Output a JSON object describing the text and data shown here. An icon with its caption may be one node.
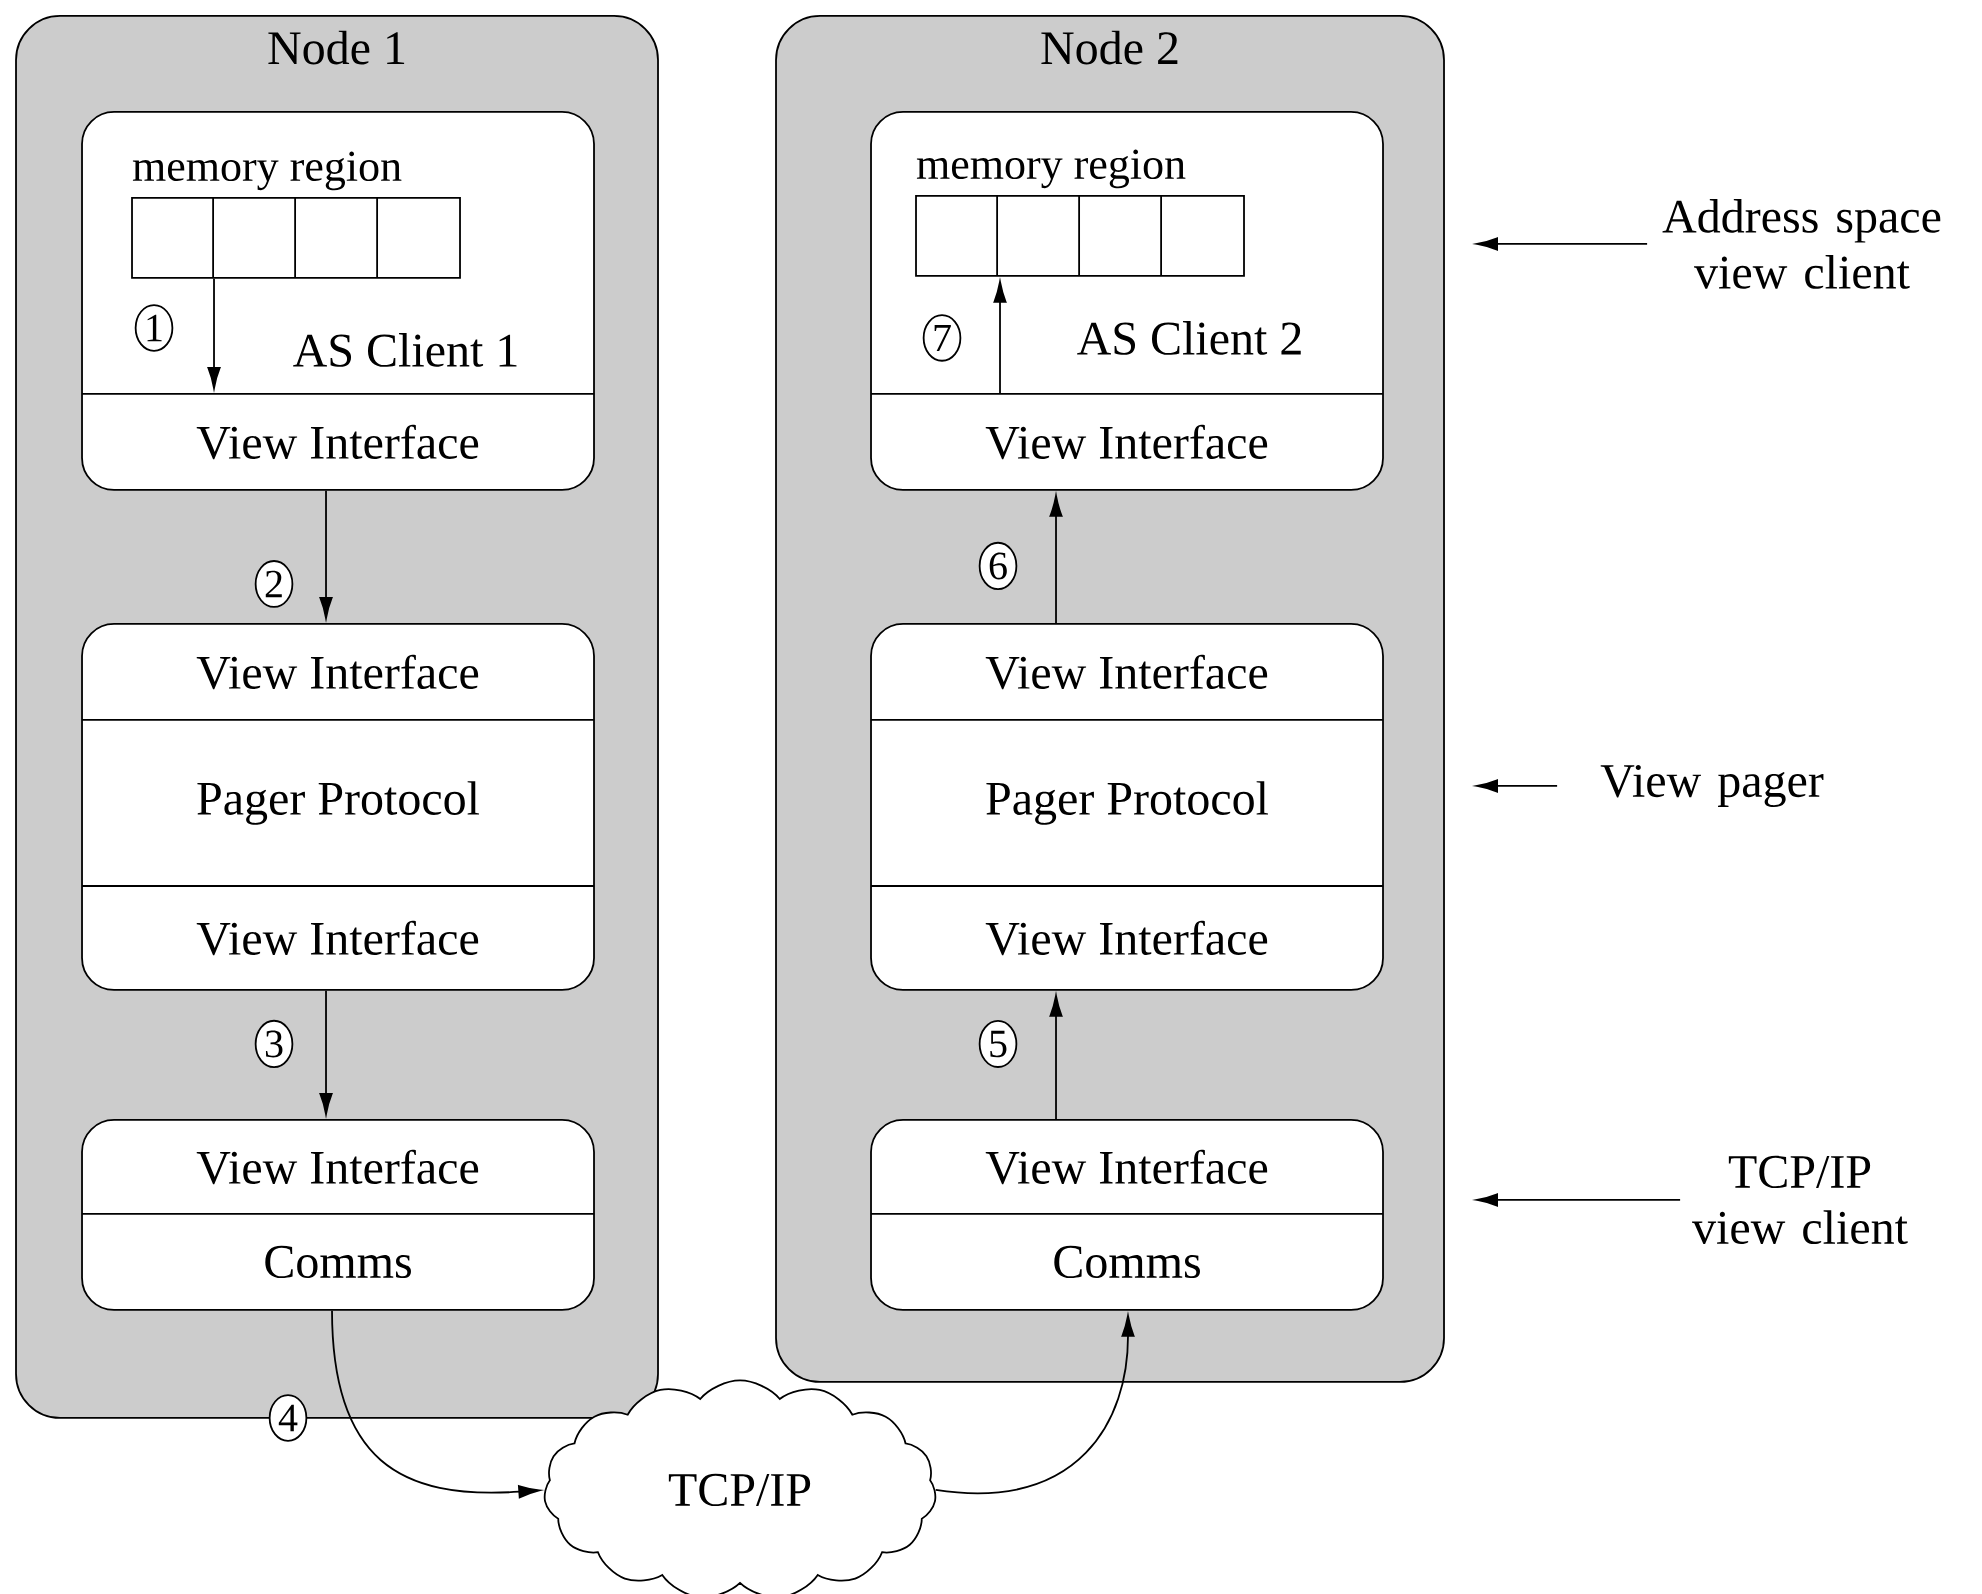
{
  "diagram": {
    "nodes": [
      {
        "text": [
          "Node 1"
        ]
      },
      {
        "text": [
          "AS Client 1"
        ],
        "in": 0
      },
      {
        "text": [
          "memory region"
        ],
        "in": 1
      },
      {
        "text": [
          "View Interface"
        ],
        "in": 1
      },
      {
        "text": [],
        "shape": "box",
        "in": 0
      },
      {
        "text": [
          "View Interface"
        ],
        "in": 4
      },
      {
        "text": [
          "Pager Protocol"
        ],
        "in": 4
      },
      {
        "text": [
          "View Interface"
        ],
        "in": 4
      },
      {
        "text": [],
        "shape": "box",
        "in": 0
      },
      {
        "text": [
          "View Interface"
        ],
        "in": 8
      },
      {
        "text": [
          "Comms"
        ],
        "in": 8
      },
      {
        "text": [
          "Node 2"
        ]
      },
      {
        "text": [
          "AS Client 2"
        ],
        "in": 11
      },
      {
        "text": [
          "memory region"
        ],
        "in": 12
      },
      {
        "text": [
          "View Interface"
        ],
        "in": 12
      },
      {
        "text": [],
        "shape": "box",
        "in": 11
      },
      {
        "text": [
          "View Interface"
        ],
        "in": 15
      },
      {
        "text": [
          "Pager Protocol"
        ],
        "in": 15
      },
      {
        "text": [
          "View Interface"
        ],
        "in": 15
      },
      {
        "text": [],
        "shape": "box",
        "in": 11
      },
      {
        "text": [
          "View Interface"
        ],
        "in": 19
      },
      {
        "text": [
          "Comms"
        ],
        "in": 19
      },
      {
        "text": [
          "TCP/IP"
        ]
      },
      {
        "text": [
          "Address space view client"
        ]
      },
      {
        "text": [
          "View pager"
        ]
      },
      {
        "text": [
          "TCP/IP view client"
        ]
      }
    ],
    "edges": [
      {
        "from": 2,
        "to": 3,
        "arrow": "to",
        "label": "1"
      },
      {
        "from": 3,
        "to": 5,
        "arrow": "to",
        "label": "2"
      },
      {
        "from": 7,
        "to": 9,
        "arrow": "to",
        "label": "3"
      },
      {
        "from": 10,
        "to": 22,
        "arrow": "to",
        "label": "4"
      },
      {
        "from": 22,
        "to": 21,
        "arrow": "to"
      },
      {
        "from": 20,
        "to": 18,
        "arrow": "to",
        "label": "5"
      },
      {
        "from": 16,
        "to": 14,
        "arrow": "to",
        "label": "6"
      },
      {
        "from": 14,
        "to": 13,
        "arrow": "to",
        "label": "7"
      },
      {
        "from": 23,
        "to": null,
        "arrow": "to"
      },
      {
        "from": 24,
        "to": null,
        "arrow": "to"
      },
      {
        "from": 25,
        "to": null,
        "arrow": "to"
      }
    ]
  }
}
